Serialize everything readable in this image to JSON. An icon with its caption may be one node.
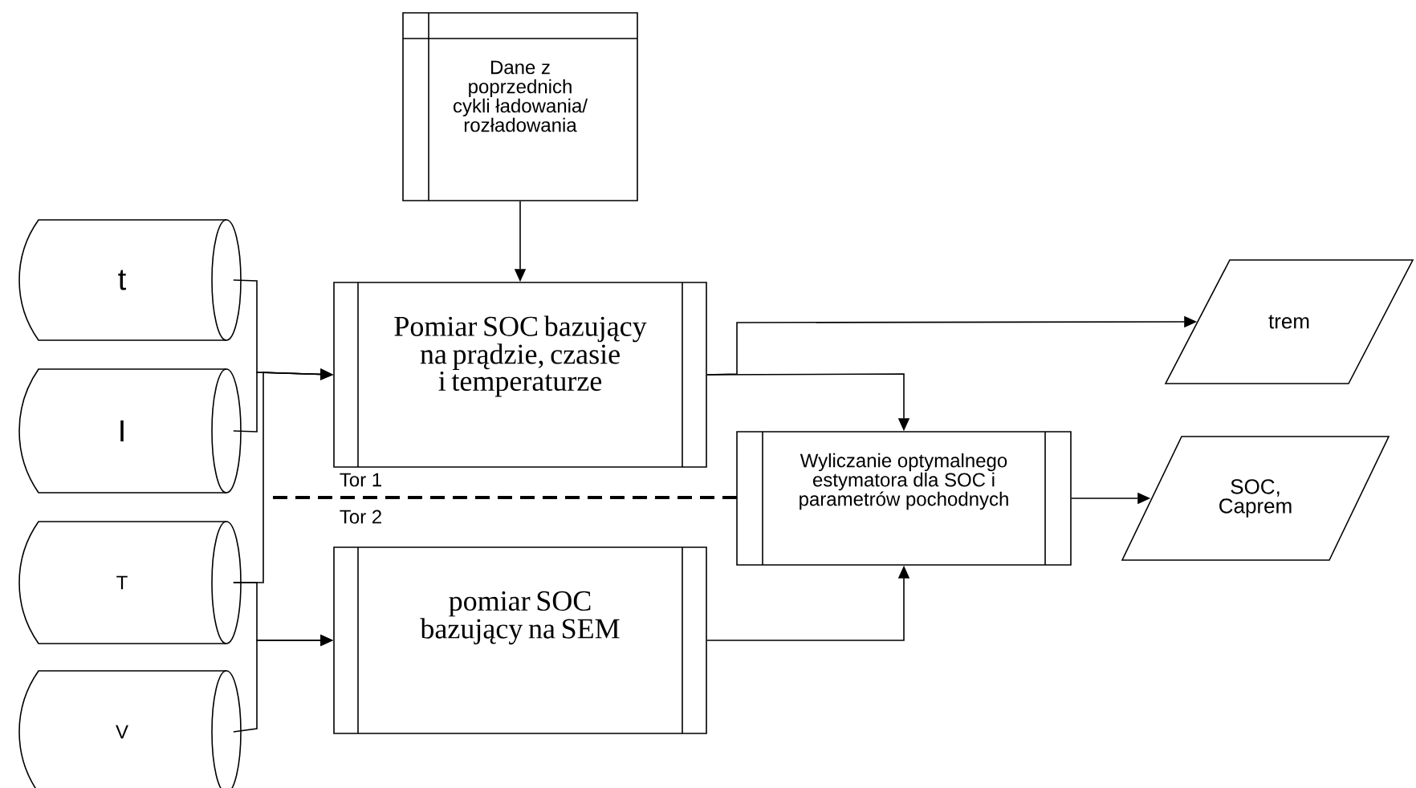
{
  "diagram": {
    "nodes": [
      {
        "text": [
          "Dane z poprzednich cykli ładowania/ rozładowania"
        ]
      },
      {
        "text": [
          "t"
        ]
      },
      {
        "text": [
          "I"
        ]
      },
      {
        "text": [
          "T"
        ]
      },
      {
        "text": [
          "V"
        ]
      },
      {
        "text": [
          "Pomiar SOC bazujący na prądzie, czasie i temperaturze"
        ]
      },
      {
        "text": [
          "trem"
        ]
      },
      {
        "text": [
          "Wyliczanie optymalnego estymatora dla SOC i parametrów pochodnych"
        ]
      },
      {
        "text": [
          "SOC, Caprem"
        ]
      },
      {
        "text": [
          "pomiar SOC bazujący na SEM"
        ]
      }
    ],
    "edges": [
      {
        "from": 0,
        "to": 5,
        "arrow": "to"
      },
      {
        "from": 1,
        "to": 5,
        "arrow": "to"
      },
      {
        "from": 2,
        "to": 5,
        "arrow": "to"
      },
      {
        "from": 3,
        "to": 5,
        "arrow": "to"
      },
      {
        "from": 3,
        "to": 9,
        "arrow": "to"
      },
      {
        "from": 4,
        "to": 9,
        "arrow": "to"
      },
      {
        "from": 5,
        "to": 6,
        "arrow": "to"
      },
      {
        "from": 5,
        "to": 7,
        "arrow": "to"
      },
      {
        "from": 9,
        "to": 7,
        "arrow": "to"
      },
      {
        "from": 7,
        "to": 8,
        "arrow": "to"
      }
    ],
    "labels": [
      "Tor 1",
      "Tor 2"
    ]
  }
}
